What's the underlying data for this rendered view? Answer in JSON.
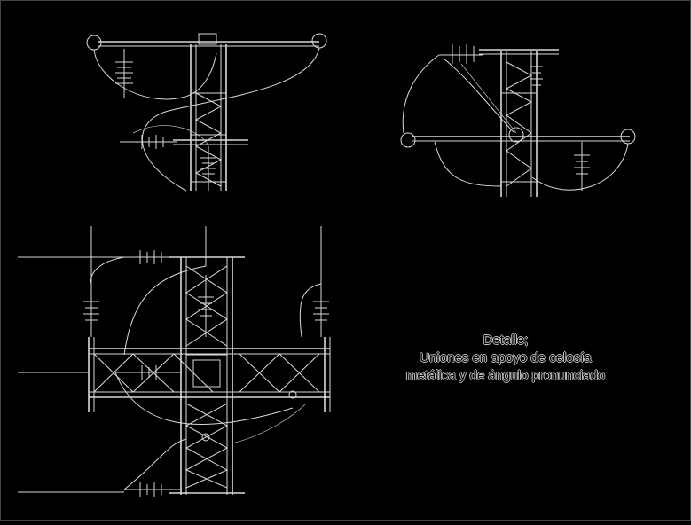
{
  "caption": {
    "line1": "Detalle;",
    "line2": "Uniones en apoyo de celosía",
    "line3": "metálica y de ángulo pronunciado"
  },
  "colors": {
    "background": "#000000",
    "line": "#d9d9d9",
    "text_outline": "#bdbdbd"
  }
}
